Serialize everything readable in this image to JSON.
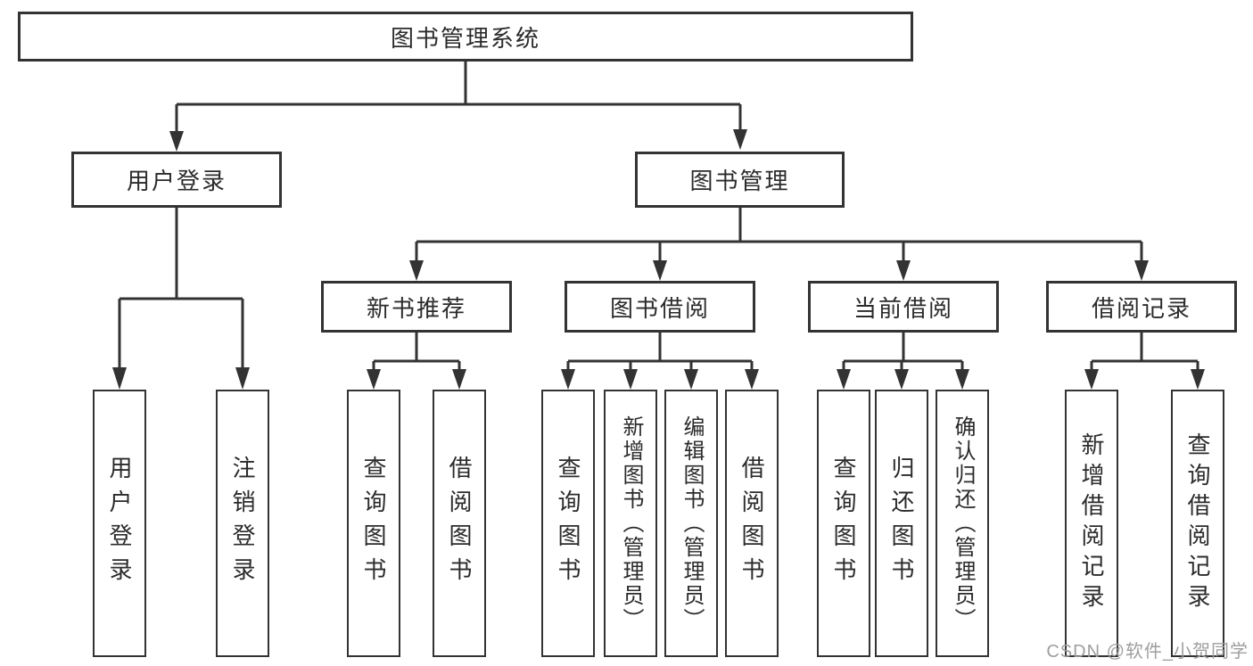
{
  "diagram_title": "图书管理系统",
  "tree": {
    "root": {
      "label": "图书管理系统",
      "children": [
        {
          "label": "用户登录",
          "children": [
            {
              "label": "用户登录"
            },
            {
              "label": "注销登录"
            }
          ]
        },
        {
          "label": "图书管理",
          "children": [
            {
              "label": "新书推荐",
              "children": [
                {
                  "label": "查询图书"
                },
                {
                  "label": "借阅图书"
                }
              ]
            },
            {
              "label": "图书借阅",
              "children": [
                {
                  "label": "查询图书"
                },
                {
                  "label": "新增图书（管理员）"
                },
                {
                  "label": "编辑图书（管理员）"
                },
                {
                  "label": "借阅图书"
                }
              ]
            },
            {
              "label": "当前借阅",
              "children": [
                {
                  "label": "查询图书"
                },
                {
                  "label": "归还图书"
                },
                {
                  "label": "确认归还（管理员）"
                }
              ]
            },
            {
              "label": "借阅记录",
              "children": [
                {
                  "label": "新增借阅记录"
                },
                {
                  "label": "查询借阅记录"
                }
              ]
            }
          ]
        }
      ]
    }
  },
  "watermark": {
    "text": "CSDN @软件_小贺同学"
  },
  "colors": {
    "line": "#333333",
    "text": "#2b2b2b",
    "box_fill": "#ffffff",
    "watermark": "#9e9e9e",
    "background": "#ffffff"
  }
}
